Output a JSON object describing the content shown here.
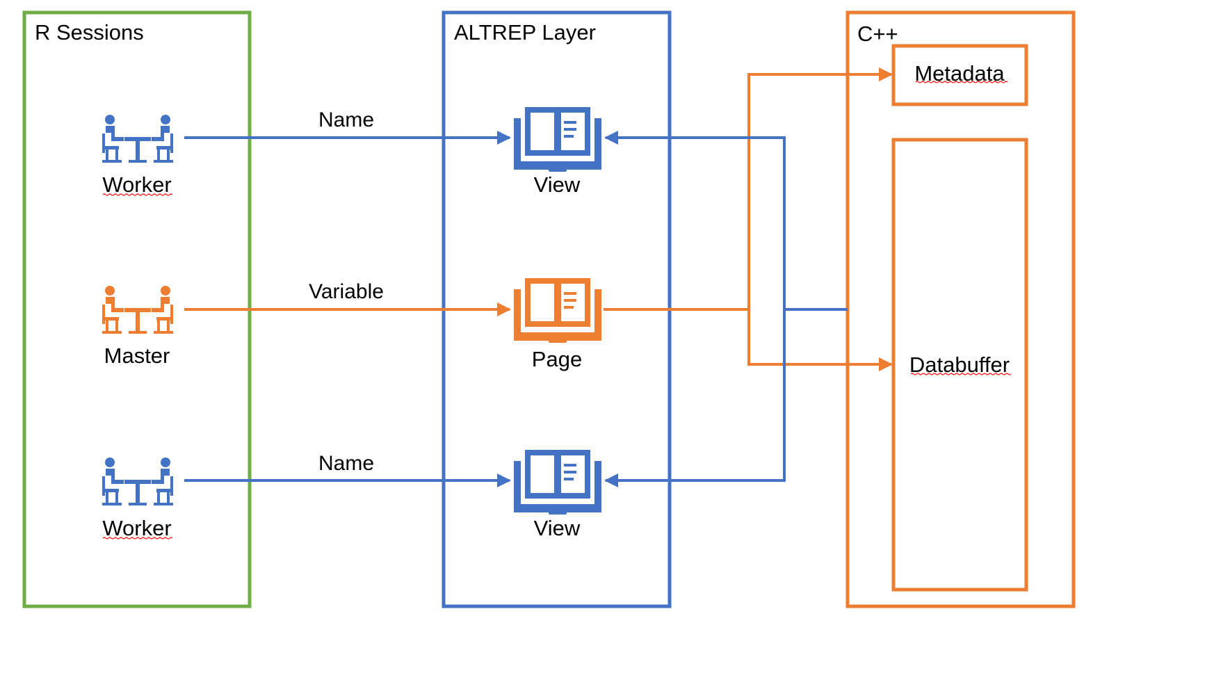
{
  "colors": {
    "green": "#70AD47",
    "blue": "#4472C4",
    "orange": "#ED7D31",
    "text": "#000000",
    "background": "#FFFFFF"
  },
  "containers": {
    "r_sessions": "R Sessions",
    "altrep_layer": "ALTREP Layer",
    "cpp": "C++"
  },
  "sessions": [
    {
      "label": "Worker",
      "color": "blue",
      "icon": "meeting-people-icon"
    },
    {
      "label": "Master",
      "color": "orange",
      "icon": "meeting-people-icon"
    },
    {
      "label": "Worker",
      "color": "blue",
      "icon": "meeting-people-icon"
    }
  ],
  "altrep_objects": [
    {
      "label": "View",
      "color": "blue",
      "icon": "open-book-icon"
    },
    {
      "label": "Page",
      "color": "orange",
      "icon": "open-book-icon"
    },
    {
      "label": "View",
      "color": "blue",
      "icon": "open-book-icon"
    }
  ],
  "edges": [
    {
      "label": "Name",
      "color": "blue"
    },
    {
      "label": "Variable",
      "color": "orange"
    },
    {
      "label": "Name",
      "color": "blue"
    }
  ],
  "cpp_boxes": {
    "metadata": "Metadata",
    "databuffer": "Databuffer"
  }
}
